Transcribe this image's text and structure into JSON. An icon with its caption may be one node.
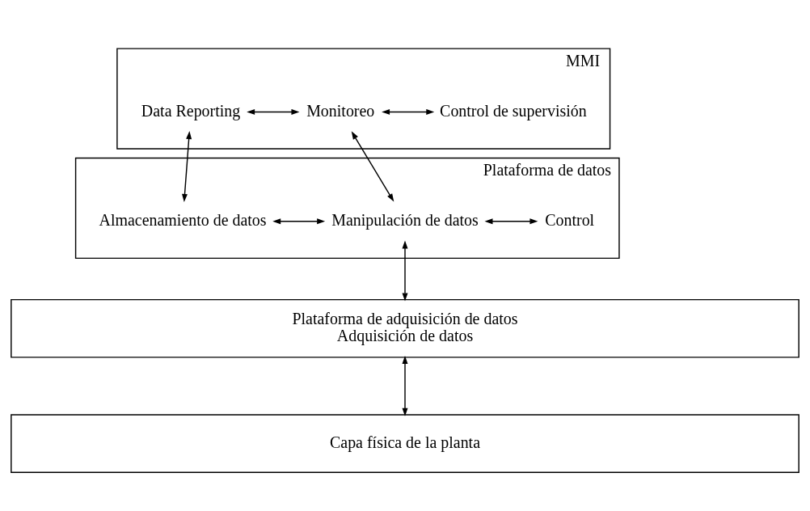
{
  "diagram": {
    "nodes": [
      {
        "text": [
          "MMI"
        ]
      },
      {
        "text": [
          "Data Reporting"
        ],
        "in": 0
      },
      {
        "text": [
          "Monitoreo"
        ],
        "in": 0
      },
      {
        "text": [
          "Control de supervisión"
        ],
        "in": 0
      },
      {
        "text": [
          "Plataforma de datos"
        ]
      },
      {
        "text": [
          "Almacenamiento de datos"
        ],
        "in": 4
      },
      {
        "text": [
          "Manipulación de datos"
        ],
        "in": 4
      },
      {
        "text": [
          "Control"
        ],
        "in": 4
      },
      {
        "text": [
          "Plataforma de adquisición de datos",
          "Adquisición de datos"
        ]
      },
      {
        "text": [
          "Capa física de la planta"
        ]
      }
    ],
    "edges": [
      {
        "from": 1,
        "to": 2,
        "arrow": "both"
      },
      {
        "from": 2,
        "to": 3,
        "arrow": "both"
      },
      {
        "from": 1,
        "to": 5,
        "arrow": "both"
      },
      {
        "from": 2,
        "to": 6,
        "arrow": "both"
      },
      {
        "from": 5,
        "to": 6,
        "arrow": "both"
      },
      {
        "from": 6,
        "to": 7,
        "arrow": "both"
      },
      {
        "from": 6,
        "to": 8,
        "arrow": "both"
      },
      {
        "from": 8,
        "to": 9,
        "arrow": "both"
      }
    ]
  }
}
